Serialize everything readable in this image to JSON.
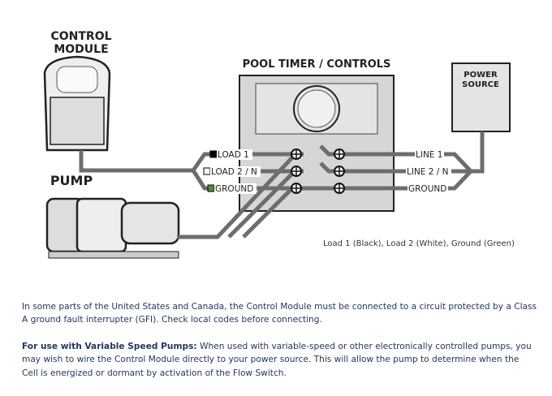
{
  "diagram": {
    "control_module_label": [
      "CONTROL",
      "MODULE"
    ],
    "pump_label": "PUMP",
    "timer_label": "POOL TIMER / CONTROLS",
    "power_source_label": [
      "POWER",
      "SOURCE"
    ],
    "load_labels": [
      "LOAD 1",
      "LOAD 2 / N",
      "GROUND"
    ],
    "line_labels": [
      "LINE 1",
      "LINE 2 / N",
      "GROUND"
    ],
    "load_colors": [
      "#000000",
      "#ffffff",
      "#5a8a3a"
    ],
    "caption": "Load 1 (Black), Load 2 (White), Ground (Green)"
  },
  "text": {
    "para1": "In some parts of the United States and Canada, the Control Module must be connected to a circuit protected by a Class A ground fault interrupter (GFI). Check local codes before connecting.",
    "para2_bold": "For use with Variable Speed Pumps:",
    "para2": " When used with variable-speed or other electronically controlled pumps, you may wish to wire the Control Module directly to your power source. This will allow the pump to determine when the Cell is energized or dormant by activation of the Flow Switch."
  }
}
